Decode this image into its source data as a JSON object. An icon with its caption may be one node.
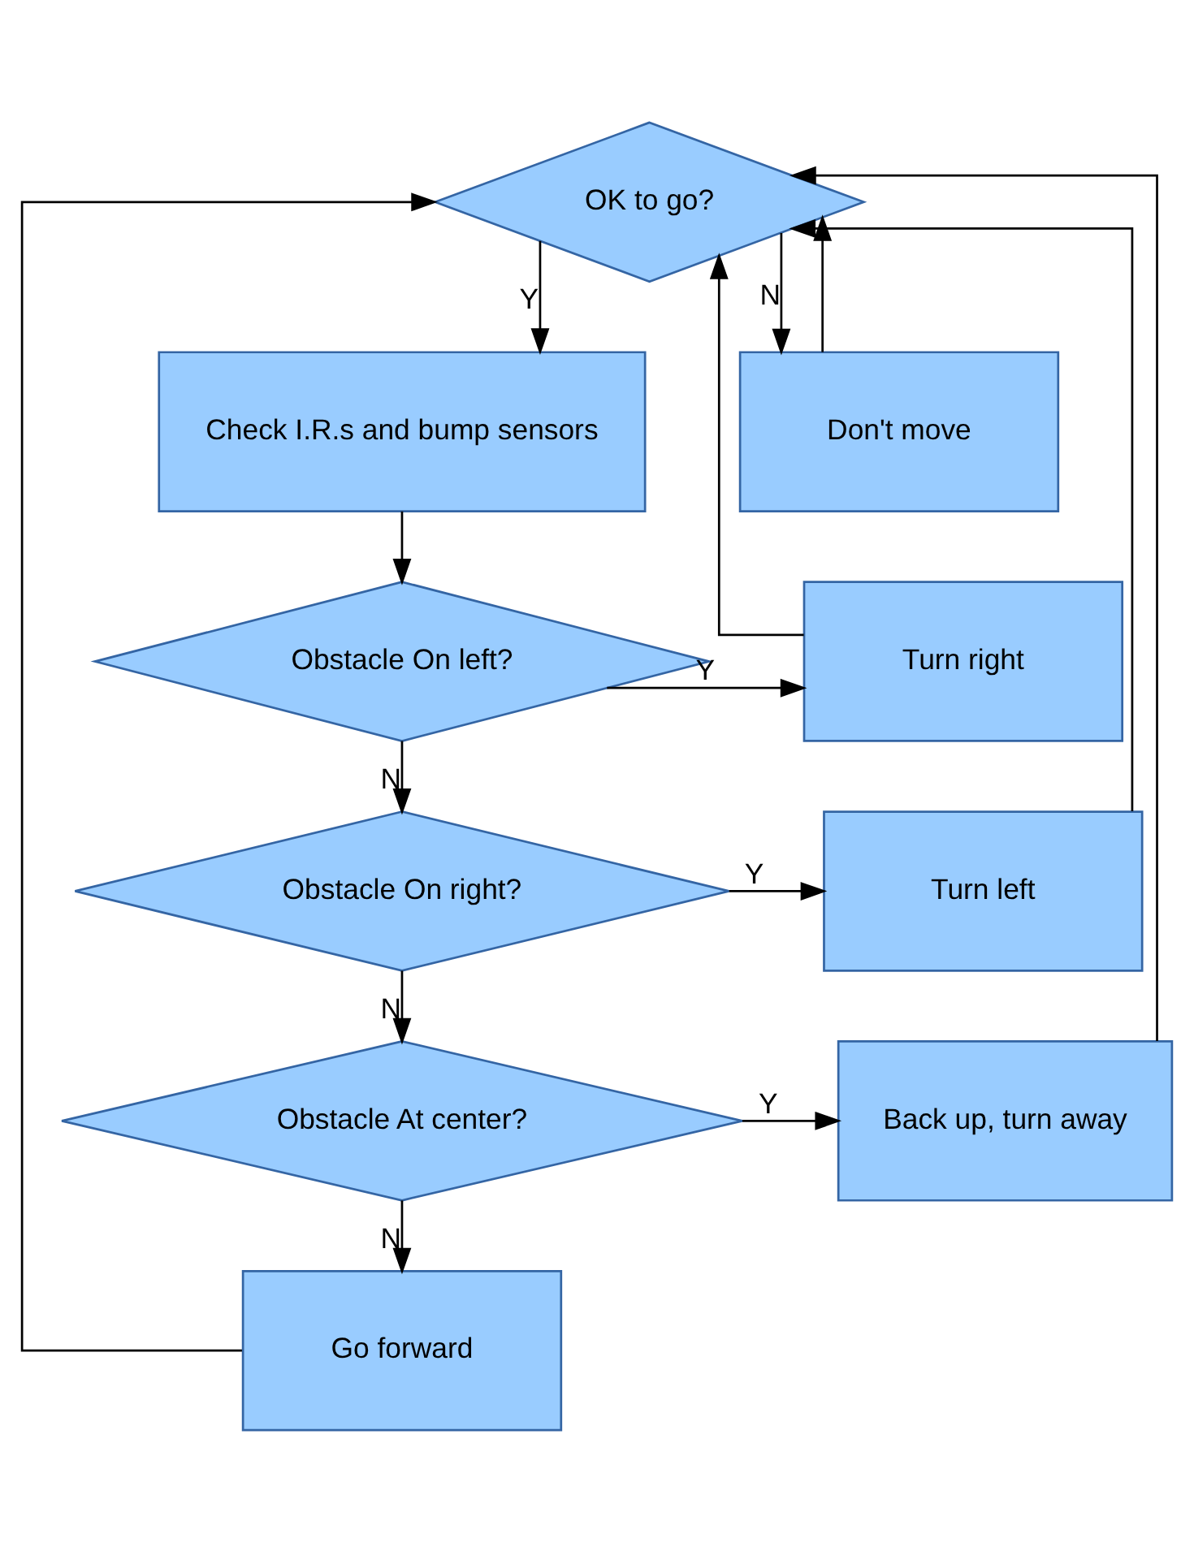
{
  "diagram": {
    "nodes": [
      {
        "text": [
          "OK to go?"
        ]
      },
      {
        "text": [
          "Check I.R.s and bump sensors"
        ]
      },
      {
        "text": [
          "Don't move"
        ]
      },
      {
        "text": [
          "Obstacle On left?"
        ]
      },
      {
        "text": [
          "Turn right"
        ]
      },
      {
        "text": [
          "Obstacle On right?"
        ]
      },
      {
        "text": [
          "Turn left"
        ]
      },
      {
        "text": [
          "Obstacle At center?"
        ]
      },
      {
        "text": [
          "Back up, turn away"
        ]
      },
      {
        "text": [
          "Go forward"
        ]
      }
    ],
    "edges": [
      {
        "from": 0,
        "to": 1,
        "arrow": "to",
        "label": "Y"
      },
      {
        "from": 0,
        "to": 2,
        "arrow": "to",
        "label": "N"
      },
      {
        "from": 2,
        "to": 0,
        "arrow": "to"
      },
      {
        "from": 1,
        "to": 3,
        "arrow": "to"
      },
      {
        "from": 3,
        "to": 4,
        "arrow": "to",
        "label": "Y"
      },
      {
        "from": 3,
        "to": 5,
        "arrow": "to",
        "label": "N"
      },
      {
        "from": 5,
        "to": 6,
        "arrow": "to",
        "label": "Y"
      },
      {
        "from": 5,
        "to": 7,
        "arrow": "to",
        "label": "N"
      },
      {
        "from": 7,
        "to": 8,
        "arrow": "to",
        "label": "Y"
      },
      {
        "from": 7,
        "to": 9,
        "arrow": "to",
        "label": "N"
      },
      {
        "from": 4,
        "to": 0,
        "arrow": "to"
      },
      {
        "from": 6,
        "to": 0,
        "arrow": "to"
      },
      {
        "from": 8,
        "to": 0,
        "arrow": "to"
      },
      {
        "from": 9,
        "to": 0,
        "arrow": "to"
      }
    ]
  }
}
